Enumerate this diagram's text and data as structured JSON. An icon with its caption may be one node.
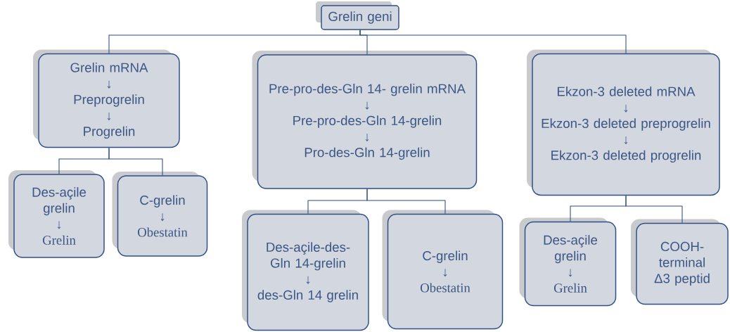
{
  "diagram": {
    "nodes": [
      {
        "text": [
          "Grelin geni"
        ]
      },
      {
        "text": [
          "Grelin mRNA",
          "↓",
          "Preprogrelin",
          "↓",
          "Progrelin"
        ]
      },
      {
        "text": [
          "Pre-pro-des-Gln 14- grelin mRNA",
          "↓",
          "Pre-pro-des-Gln 14-grelin",
          "↓",
          "Pro-des-Gln 14-grelin"
        ]
      },
      {
        "text": [
          "Ekzon-3 deleted mRNA",
          "↓",
          "Ekzon-3 deleted preprogrelin",
          "↓",
          "Ekzon-3 deleted progrelin"
        ]
      },
      {
        "text": [
          "Des-açile grelin",
          "↓",
          "Grelin"
        ]
      },
      {
        "text": [
          "C-grelin",
          "↓",
          "Obestatin"
        ]
      },
      {
        "text": [
          "Des-açile-des-Gln 14-grelin",
          "↓",
          "des-Gln 14 grelin"
        ]
      },
      {
        "text": [
          "C-grelin",
          "↓",
          "Obestatin"
        ]
      },
      {
        "text": [
          "Des-açile grelin",
          "↓",
          "Grelin"
        ]
      },
      {
        "text": [
          "COOH-terminal Δ3 peptid"
        ]
      }
    ],
    "edges": [
      {
        "from": 0,
        "to": 1,
        "arrow": "none"
      },
      {
        "from": 0,
        "to": 2,
        "arrow": "none"
      },
      {
        "from": 0,
        "to": 3,
        "arrow": "none"
      },
      {
        "from": 1,
        "to": 4,
        "arrow": "none"
      },
      {
        "from": 1,
        "to": 5,
        "arrow": "none"
      },
      {
        "from": 2,
        "to": 6,
        "arrow": "none"
      },
      {
        "from": 2,
        "to": 7,
        "arrow": "none"
      },
      {
        "from": 3,
        "to": 8,
        "arrow": "none"
      },
      {
        "from": 3,
        "to": 9,
        "arrow": "none"
      }
    ]
  }
}
